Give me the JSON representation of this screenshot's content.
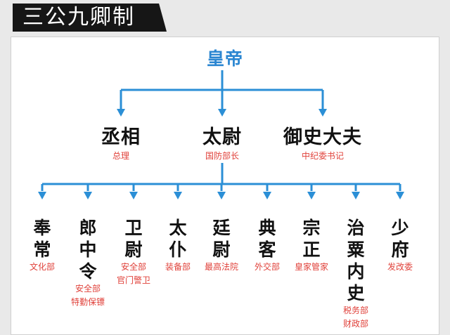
{
  "title": "三公九卿制",
  "emperor": "皇帝",
  "sangong": [
    {
      "name": "丞相",
      "modern": [
        "总理"
      ]
    },
    {
      "name": "太尉",
      "modern": [
        "国防部长"
      ]
    },
    {
      "name": "御史大夫",
      "modern": [
        "中纪委书记"
      ]
    }
  ],
  "jiuqing": [
    {
      "name": [
        "奉",
        "常"
      ],
      "modern": [
        "文化部"
      ]
    },
    {
      "name": [
        "郎",
        "中",
        "令"
      ],
      "modern": [
        "安全部",
        "特勤保镖"
      ]
    },
    {
      "name": [
        "卫",
        "尉"
      ],
      "modern": [
        "安全部",
        "官门警卫"
      ]
    },
    {
      "name": [
        "太",
        "仆"
      ],
      "modern": [
        "装备部"
      ]
    },
    {
      "name": [
        "廷",
        "尉"
      ],
      "modern": [
        "最高法院"
      ]
    },
    {
      "name": [
        "典",
        "客"
      ],
      "modern": [
        "外交部"
      ]
    },
    {
      "name": [
        "宗",
        "正"
      ],
      "modern": [
        "皇家管家"
      ]
    },
    {
      "name": [
        "治",
        "粟",
        "内",
        "史"
      ],
      "modern": [
        "税务部",
        "财政部"
      ]
    },
    {
      "name": [
        "少",
        "府"
      ],
      "modern": [
        "发改委"
      ]
    }
  ],
  "colors": {
    "line": "#2b8fd6",
    "modern_text": "#e0413a",
    "emperor_text": "#2b86d1"
  }
}
